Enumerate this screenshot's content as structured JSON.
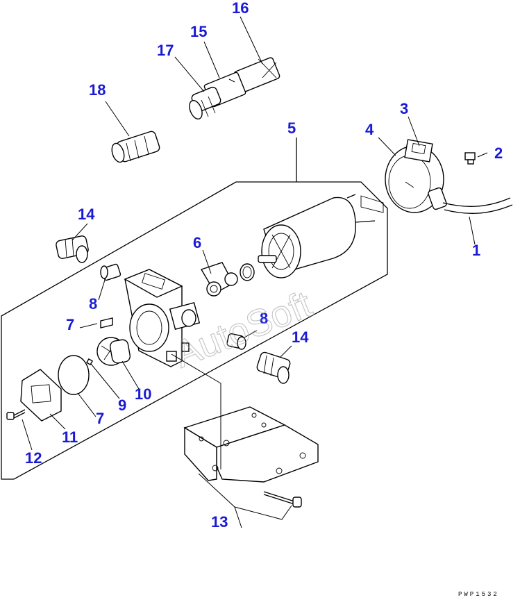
{
  "callouts": {
    "c1": "1",
    "c2": "2",
    "c3": "3",
    "c4": "4",
    "c5": "5",
    "c6": "6",
    "c7a": "7",
    "c7b": "7",
    "c8a": "8",
    "c8b": "8",
    "c9": "9",
    "c10": "10",
    "c11": "11",
    "c12": "12",
    "c13": "13",
    "c14a": "14",
    "c14b": "14",
    "c15": "15",
    "c16": "16",
    "c17": "17",
    "c18": "18"
  },
  "drawing_code": "PWP1532",
  "watermark": "AutoSoft",
  "colors": {
    "callout": "#1a1ad4",
    "line": "#000000",
    "background": "#ffffff"
  }
}
